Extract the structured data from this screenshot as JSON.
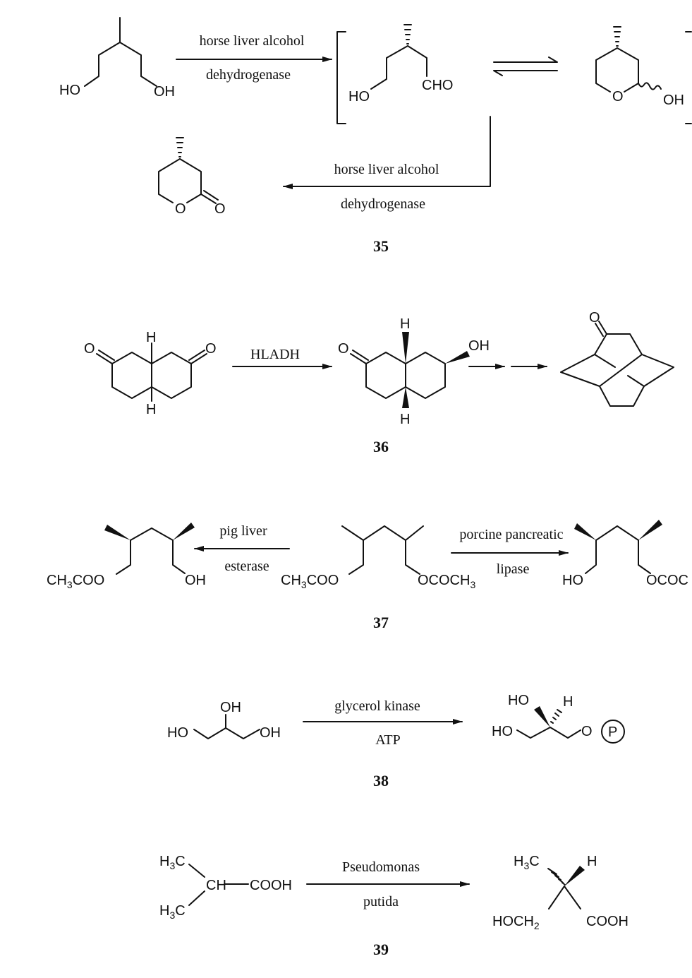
{
  "schemes": [
    {
      "number": "35",
      "reagent1": [
        "horse liver alcohol",
        "dehydrogenase"
      ],
      "reagent2": [
        "horse liver alcohol",
        "dehydrogenase"
      ],
      "atoms": {
        "ho1": "HO",
        "oh1": "OH",
        "ho2": "HO",
        "cho": "CHO",
        "o_ring": "O",
        "oh2": "OH",
        "o_lac": "O",
        "o_co": "O"
      }
    },
    {
      "number": "36",
      "reagent": "HLADH",
      "atoms": {
        "o1": "O",
        "o2": "O",
        "h1": "H",
        "h2": "H",
        "o3": "O",
        "oh": "OH",
        "h3": "H",
        "h4": "H",
        "o4": "O"
      }
    },
    {
      "number": "37",
      "reagent_left": [
        "pig liver",
        "esterase"
      ],
      "reagent_right": [
        "porcine pancreatic",
        "lipase"
      ],
      "atoms": {
        "ac_left": "CH",
        "ac_left_sub": "3",
        "ac_left_tail": "COO",
        "oh": "OH",
        "ac_mid": "CH",
        "ac_mid_sub": "3",
        "ac_mid_tail": "COO",
        "ococh3": "OCOCH",
        "ococh3_sub": "3",
        "ho": "HO",
        "ococ": "OCOC"
      }
    },
    {
      "number": "38",
      "reagent": [
        "glycerol kinase",
        "ATP"
      ],
      "atoms": {
        "ho1": "HO",
        "oh_top": "OH",
        "oh2": "OH",
        "ho_wedge": "HO",
        "h": "H",
        "ho3": "HO",
        "o": "O",
        "p": "P"
      }
    },
    {
      "number": "39",
      "reagent": [
        "Pseudomonas",
        "putida"
      ],
      "atoms": {
        "h3c": "H",
        "h3c_sub": "3",
        "h3c_tail": "C",
        "ch": "CH",
        "cooh": "COOH",
        "h": "H",
        "hoch2": "HOCH",
        "hoch2_sub": "2",
        "cooh2": "COOH"
      }
    }
  ]
}
